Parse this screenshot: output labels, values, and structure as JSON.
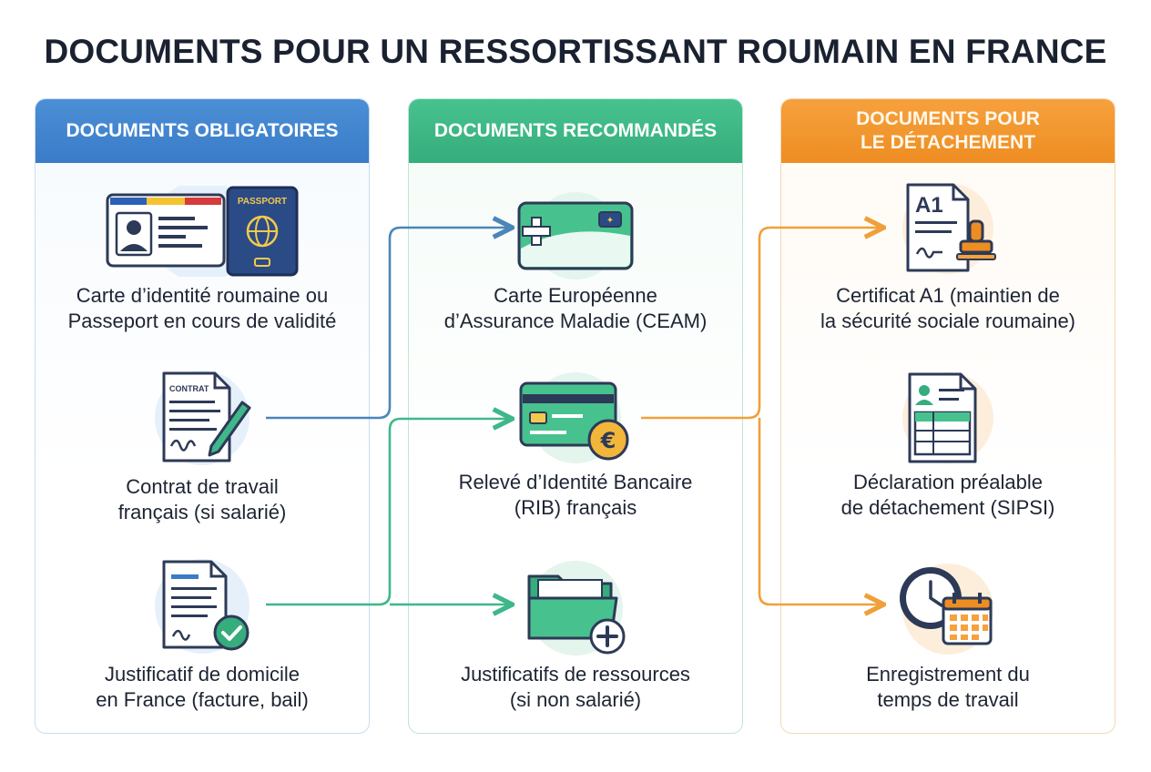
{
  "title": "DOCUMENTS POUR UN RESSORTISSANT ROUMAIN EN FRANCE",
  "columns": [
    {
      "header": [
        "DOCUMENTS OBLIGATOIRES"
      ],
      "items": [
        {
          "lines": [
            "Carte d’identité roumaine ou",
            "Passeport en cours de validité"
          ],
          "passport_text": "PASSPORT"
        },
        {
          "lines": [
            "Contrat de travail",
            "français (si salarié)"
          ],
          "contract_text": "CONTRAT"
        },
        {
          "lines": [
            "Justificatif de domicile",
            "en France (facture, bail)"
          ]
        }
      ]
    },
    {
      "header": [
        "DOCUMENTS RECOMMANDÉS"
      ],
      "items": [
        {
          "lines": [
            "Carte Européenne",
            "d’Assurance Maladie (CEAM)"
          ]
        },
        {
          "lines": [
            "Relevé d’Identité Bancaire",
            "(RIB) français"
          ],
          "currency": "€"
        },
        {
          "lines": [
            "Justificatifs de ressources",
            "(si non salarié)"
          ]
        }
      ]
    },
    {
      "header": [
        "DOCUMENTS POUR",
        "LE DÉTACHEMENT"
      ],
      "items": [
        {
          "lines": [
            "Certificat A1 (maintien de",
            "la sécurité sociale roumaine)"
          ],
          "cert_text": "A1"
        },
        {
          "lines": [
            "Déclaration préalable",
            "de détachement (SIPSI)"
          ]
        },
        {
          "lines": [
            "Enregistrement du",
            "temps de travail"
          ]
        }
      ]
    }
  ],
  "colors": {
    "blue": "#3a7cc8",
    "green": "#35ad7c",
    "orange": "#ee8d22",
    "arrow_blue": "#4a86b8",
    "arrow_green": "#3fb78a",
    "arrow_orange": "#f0a03a",
    "navy": "#2d3a57"
  }
}
